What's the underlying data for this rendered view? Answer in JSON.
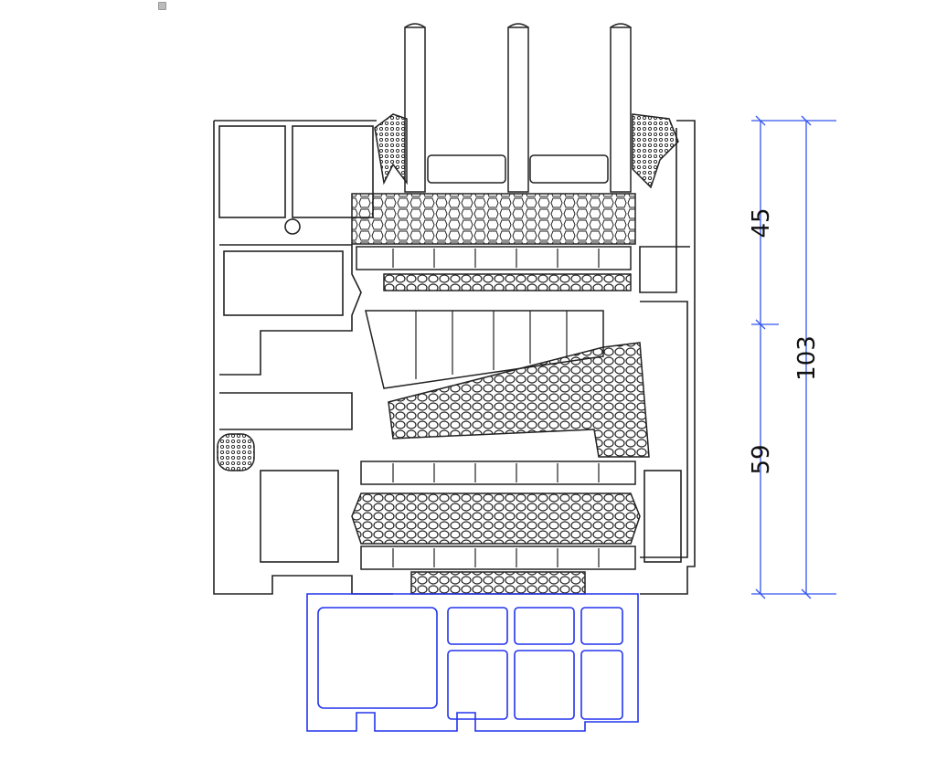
{
  "dimensions": {
    "upper": "45",
    "lower": "59",
    "total": "103"
  },
  "colors": {
    "profile_line": "#222222",
    "dimension_line": "#3355ee",
    "bottom_profile": "#2233ee"
  }
}
